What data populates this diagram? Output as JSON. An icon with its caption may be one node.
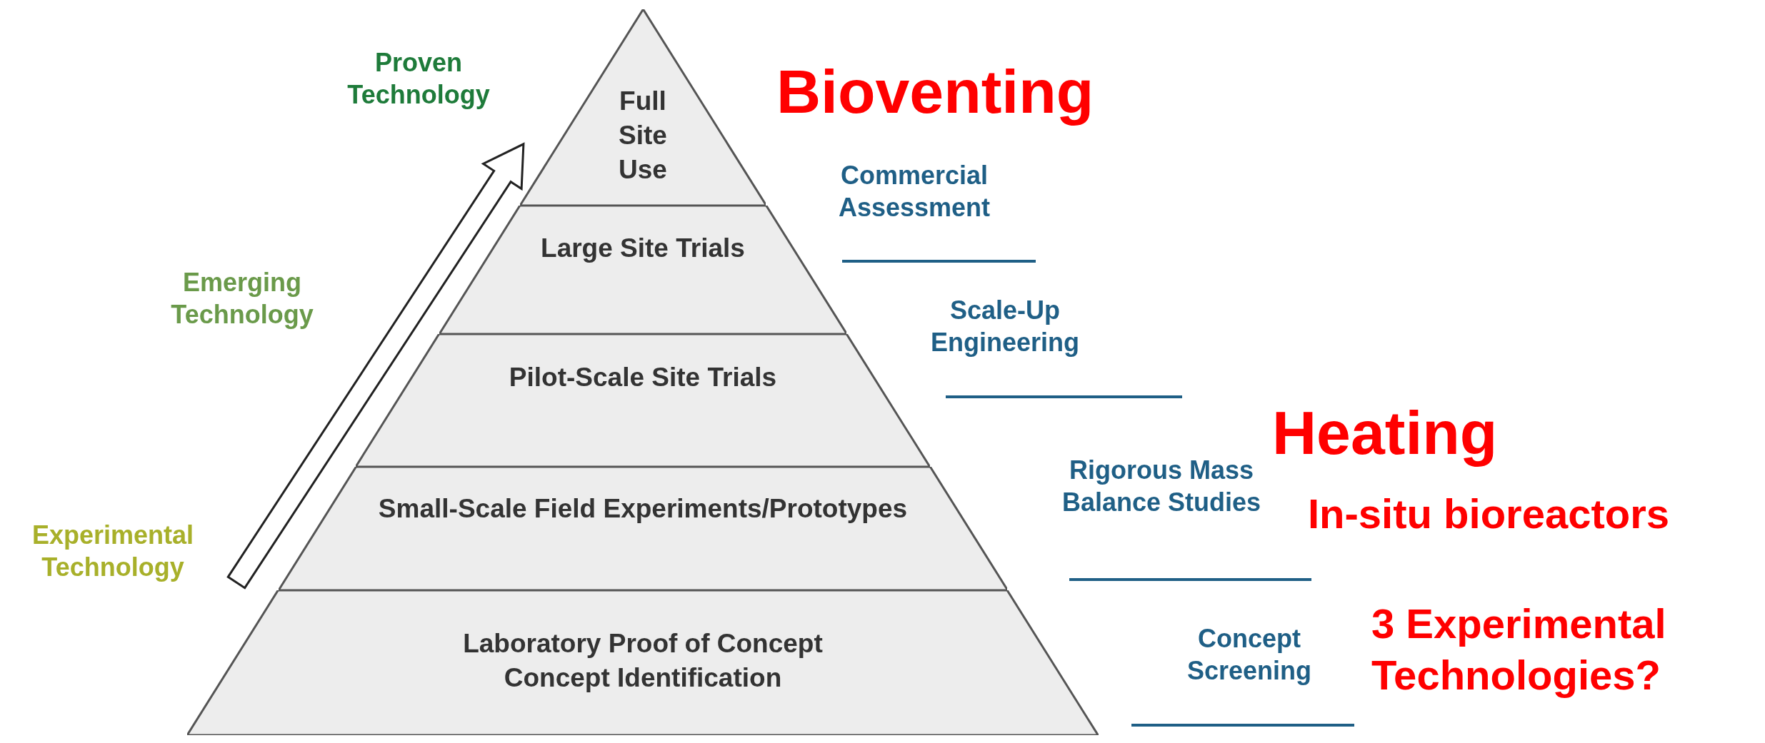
{
  "diagram": {
    "nodes": [
      {
        "text": [
          "Full Site Use"
        ]
      },
      {
        "text": [
          "Large Site Trials"
        ]
      },
      {
        "text": [
          "Pilot-Scale Site Trials"
        ]
      },
      {
        "text": [
          "Small-Scale Field Experiments/Prototypes"
        ]
      },
      {
        "text": [
          "Laboratory Proof of Concept",
          "Concept Identification"
        ]
      }
    ],
    "labels": [
      "Proven Technology",
      "Emerging Technology",
      "Experimental Technology",
      "Bioventing",
      "Commercial Assessment",
      "Scale-Up Engineering",
      "Heating",
      "Rigorous Mass Balance Studies",
      "In-situ bioreactors",
      "Concept Screening",
      "3 Experimental Technologies?"
    ]
  }
}
